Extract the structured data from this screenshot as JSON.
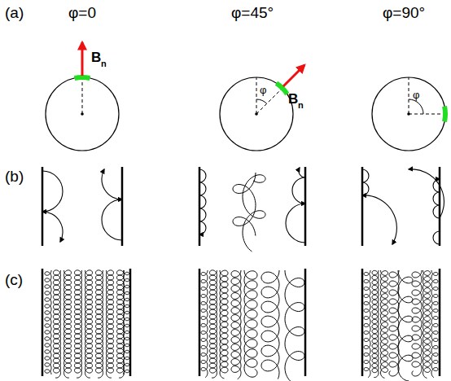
{
  "diagram": {
    "labels": [
      "(a)",
      "φ=0",
      "φ=45°",
      "φ=90°",
      "B",
      "n",
      "φ",
      "B",
      "n",
      "φ",
      "(b)",
      "(c)"
    ]
  }
}
